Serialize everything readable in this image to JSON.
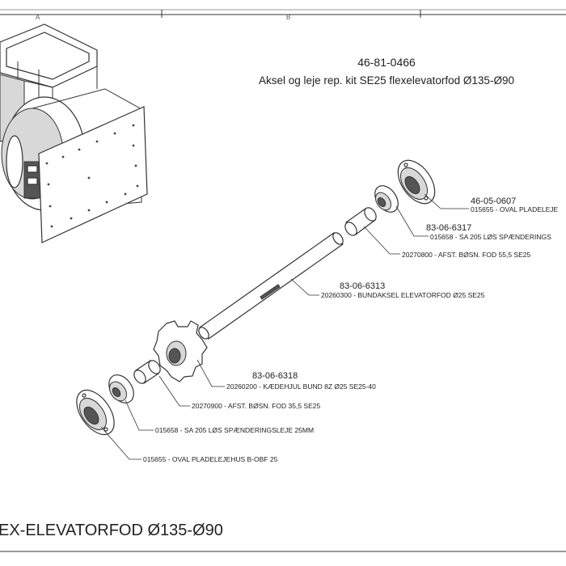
{
  "frame": {
    "col_a": "A",
    "col_b": "B"
  },
  "header": {
    "number": "46-81-0466",
    "title": "Aksel og leje rep. kit SE25 flexelevatorfod Ø135-Ø90"
  },
  "callouts": [
    {
      "id": "oval-pladeleje-top",
      "part_no": "46-05-0607",
      "desc": "015655 - OVAL PLADELEJE"
    },
    {
      "id": "spaenderingsleje-top",
      "part_no": "83-06-6317",
      "desc": "015658 - SA 205 LØS SPÆNDERINGS"
    },
    {
      "id": "afst-bosn-55",
      "part_no": "",
      "desc": "20270800 - AFST. BØSN. FOD 55,5 SE25"
    },
    {
      "id": "bundaksel",
      "part_no": "83-06-6313",
      "desc": "20260300 - BUNDAKSEL ELEVATORFOD Ø25 SE25"
    },
    {
      "id": "kaedehjul",
      "part_no": "83-06-6318",
      "desc": "20260200 - KÆDEHJUL BUND 8Z Ø25 SE25-40"
    },
    {
      "id": "afst-bosn-35",
      "part_no": "",
      "desc": "20270900 - AFST. BØSN. FOD 35,5 SE25"
    },
    {
      "id": "spaenderingsleje-bottom",
      "part_no": "",
      "desc": "015658 - SA 205 LØS SPÆNDERINGSLEJE 25MM"
    },
    {
      "id": "oval-pladeleje-bottom",
      "part_no": "",
      "desc": "015655 - OVAL PLADELEJEHUS B-OBF 25"
    }
  ],
  "footer": {
    "title": "EX-ELEVATORFOD Ø135-Ø90"
  }
}
